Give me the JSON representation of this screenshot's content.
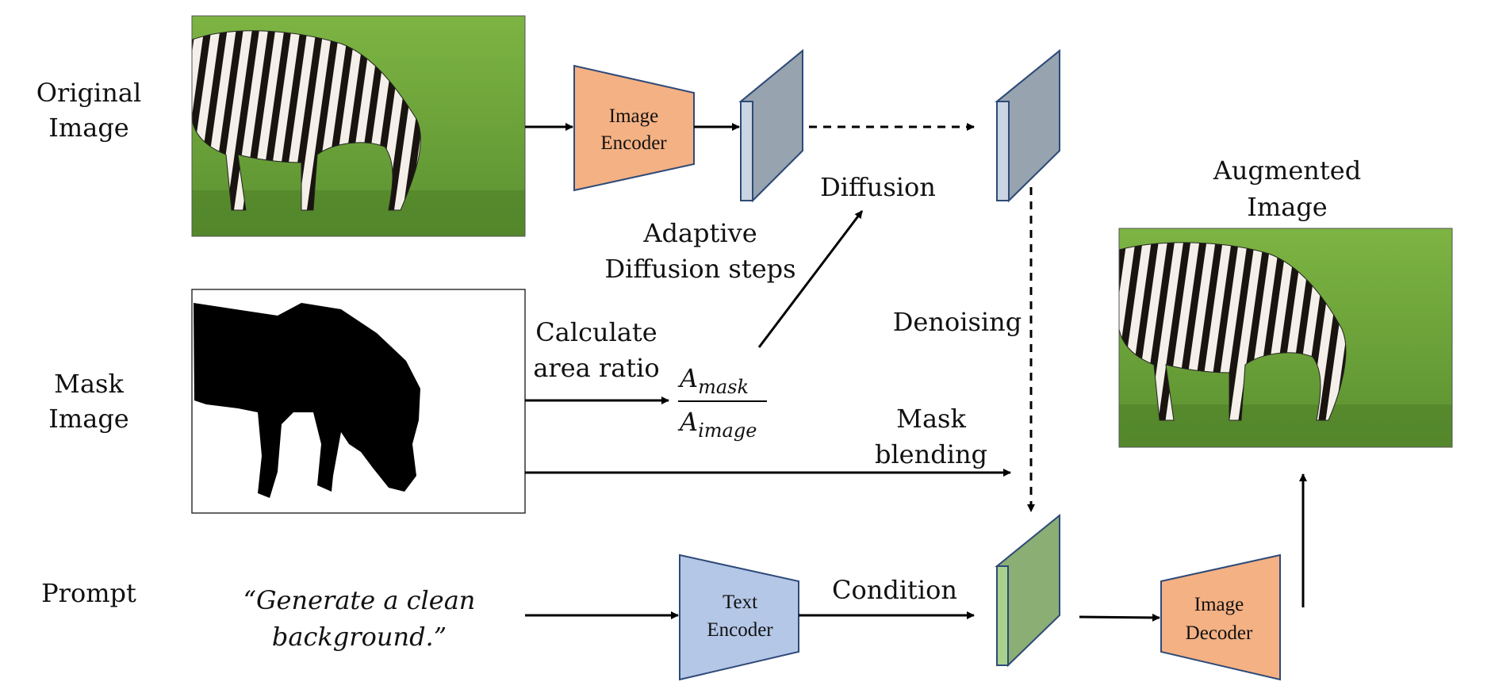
{
  "rows": {
    "original": [
      "Original",
      "Image"
    ],
    "mask": [
      "Mask",
      "Image"
    ],
    "prompt": "Prompt"
  },
  "prompt_text": [
    "“Generate a clean",
    "background.”"
  ],
  "blocks": {
    "image_encoder": [
      "Image",
      "Encoder"
    ],
    "text_encoder": [
      "Text",
      "Encoder"
    ],
    "image_decoder": [
      "Image",
      "Decoder"
    ]
  },
  "labels": {
    "diffusion": "Diffusion",
    "adaptive": [
      "Adaptive",
      "Diffusion steps"
    ],
    "calc_area": [
      "Calculate",
      "area ratio"
    ],
    "ratio_num": "A",
    "ratio_num_sub": "mask",
    "ratio_den": "A",
    "ratio_den_sub": "image",
    "denoising": "Denoising",
    "mask_blending": [
      "Mask",
      "blending"
    ],
    "condition": "Condition",
    "augmented": [
      "Augmented",
      "Image"
    ]
  },
  "colors": {
    "encoder": "#F4B183",
    "text_encoder": "#B4C7E7",
    "latent": "#97A3AE",
    "latent_front": "#C9D5E2",
    "condition_latent": "#8AAE73",
    "condition_latent_front": "#A9D18E",
    "grass": "#6FA63A"
  }
}
